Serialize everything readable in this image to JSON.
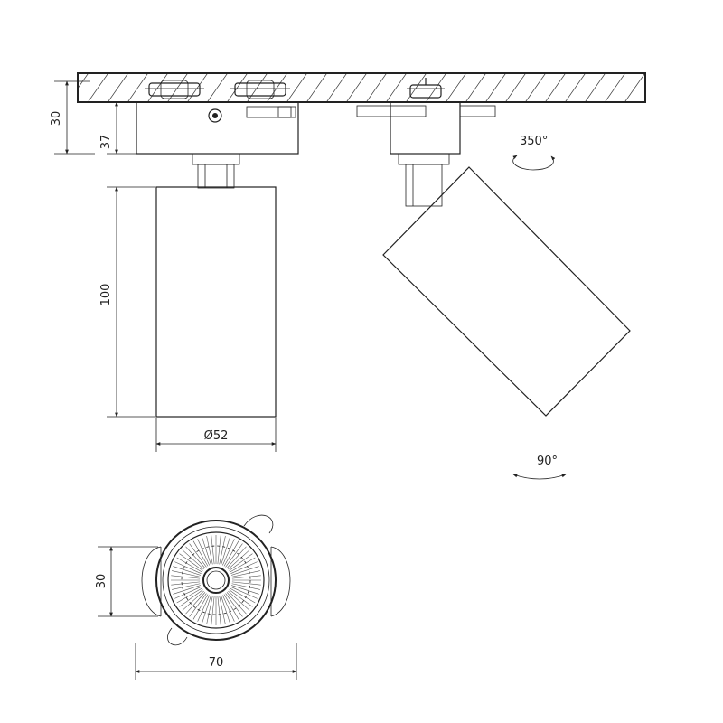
{
  "dimensions": {
    "ceiling_offset": "30",
    "adapter_height": "37",
    "body_height": "100",
    "body_diameter": "Ø52",
    "bottom_height": "30",
    "bottom_width": "70"
  },
  "rotations": {
    "horizontal": "350°",
    "vertical": "90°"
  }
}
